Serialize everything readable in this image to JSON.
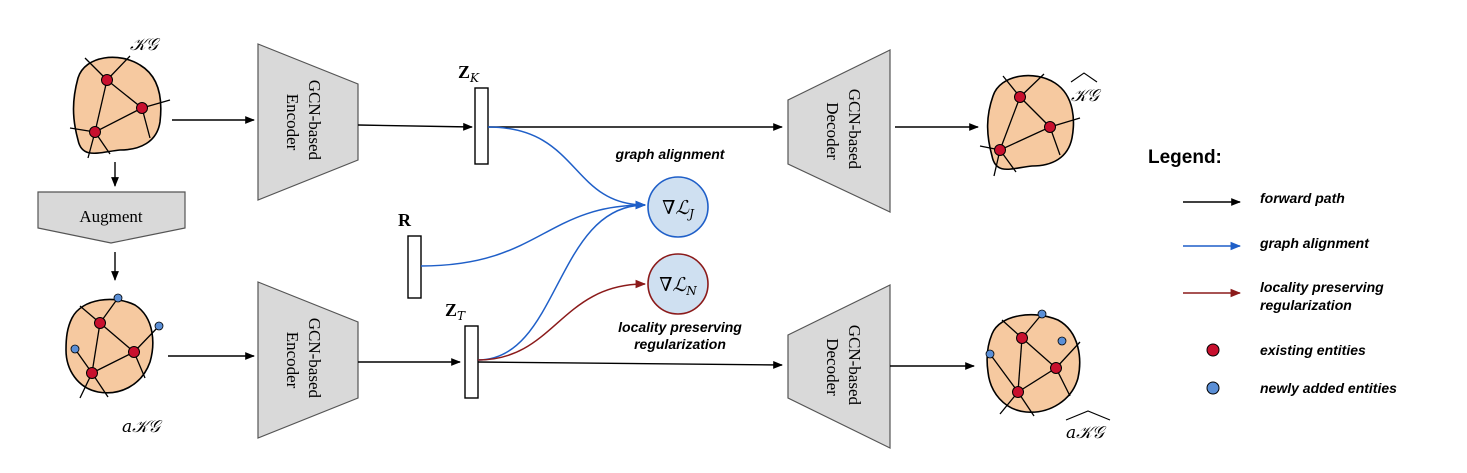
{
  "graphs": {
    "kg_label": "𝒦𝒢",
    "kg_hat_label": "𝒦𝒢",
    "akg_label": "a𝒦𝒢",
    "akg_hat_label": "a𝒦𝒢"
  },
  "blocks": {
    "augment": "Augment",
    "encoder_top_line1": "GCN-based",
    "encoder_top_line2": "Encoder",
    "encoder_bottom_line1": "GCN-based",
    "encoder_bottom_line2": "Encoder",
    "decoder_top_line1": "GCN-based",
    "decoder_top_line2": "Decoder",
    "decoder_bottom_line1": "GCN-based",
    "decoder_bottom_line2": "Decoder"
  },
  "vectors": {
    "zk_main": "Z",
    "zk_sub": "K",
    "zt_main": "Z",
    "zt_sub": "T",
    "r": "R"
  },
  "losses": {
    "lj_prefix": "∇",
    "lj_main": "ℒ",
    "lj_sub": "J",
    "ln_prefix": "∇",
    "ln_main": "ℒ",
    "ln_sub": "N"
  },
  "annotations": {
    "graph_alignment": "graph alignment",
    "locality_line1": "locality preserving",
    "locality_line2": "regularization"
  },
  "legend": {
    "title": "Legend:",
    "forward": "forward path",
    "alignment": "graph alignment",
    "locality_line1": "locality preserving",
    "locality_line2": "regularization",
    "existing": "existing entities",
    "new": "newly added entities"
  },
  "colors": {
    "blob_fill": "#F6C9A0",
    "block_fill": "#D9D9D9",
    "loss_fill": "#CFE0F1",
    "blue_arrow": "#1F5FC8",
    "red_arrow": "#8B1A1A",
    "existing_node": "#C8102E",
    "new_node": "#5B8FD6"
  }
}
